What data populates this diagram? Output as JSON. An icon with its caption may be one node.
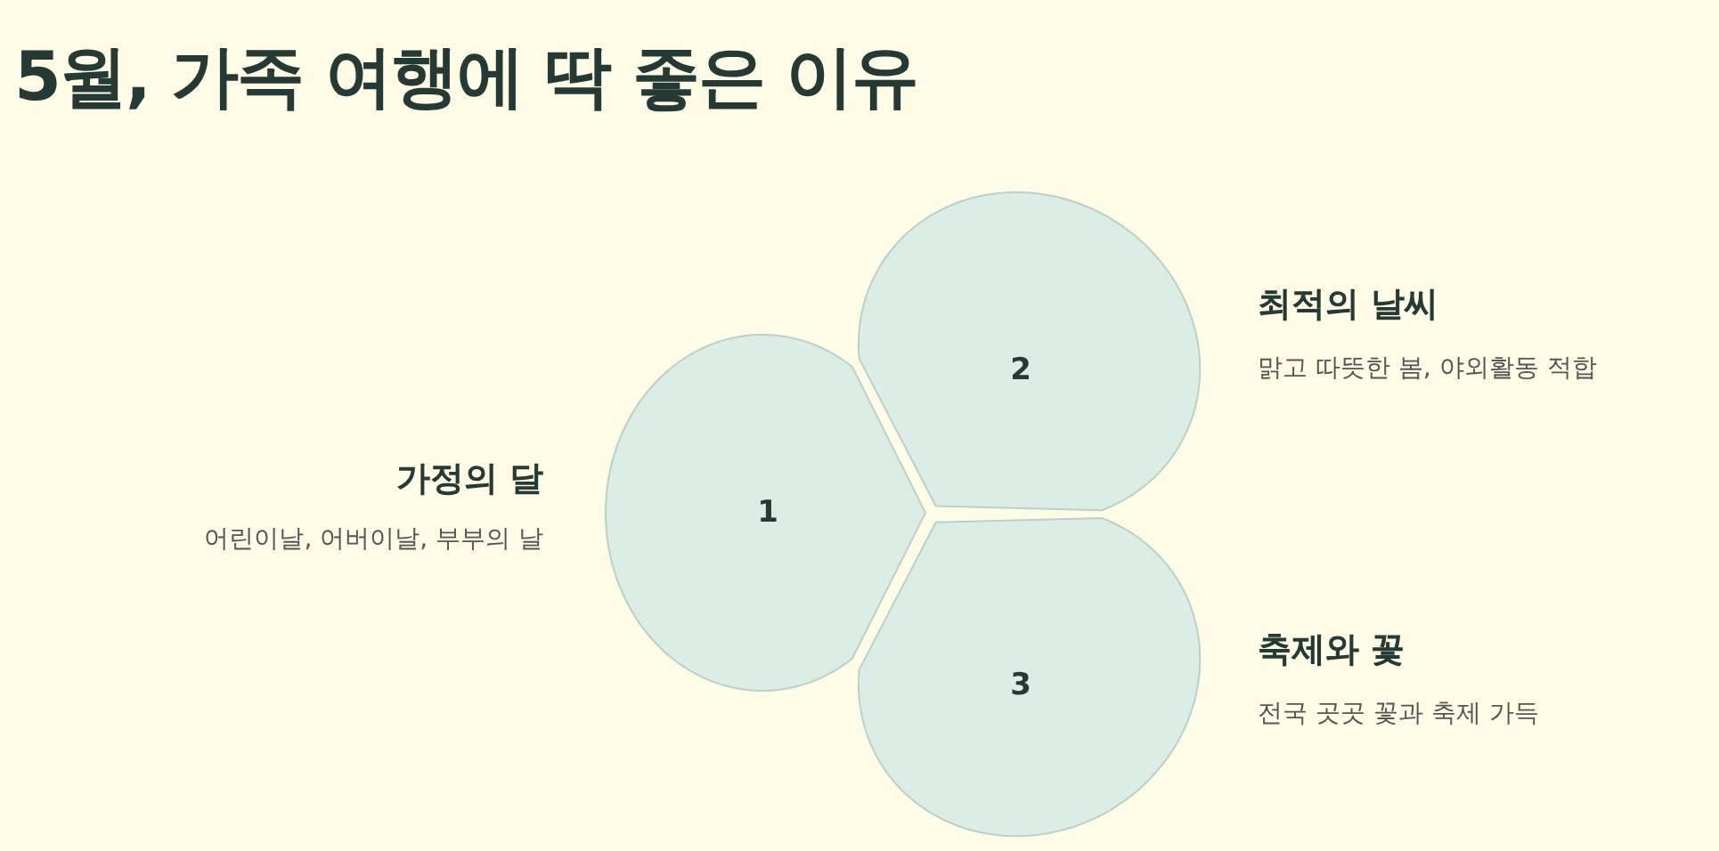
{
  "diagram": {
    "title": "5월, 가족 여행에 딱 좋은 이유",
    "nodes": [
      {
        "text": [
          "1"
        ],
        "beside": [
          "가정의 달",
          "어린이날, 어버이날, 부부의 날"
        ]
      },
      {
        "text": [
          "2"
        ],
        "beside": [
          "최적의 날씨",
          "맑고 따뜻한 봄, 야외활동 적합"
        ]
      },
      {
        "text": [
          "3"
        ],
        "beside": [
          "축제와 꽃",
          "전국 곳곳 꽃과 축제 가득"
        ]
      }
    ]
  }
}
